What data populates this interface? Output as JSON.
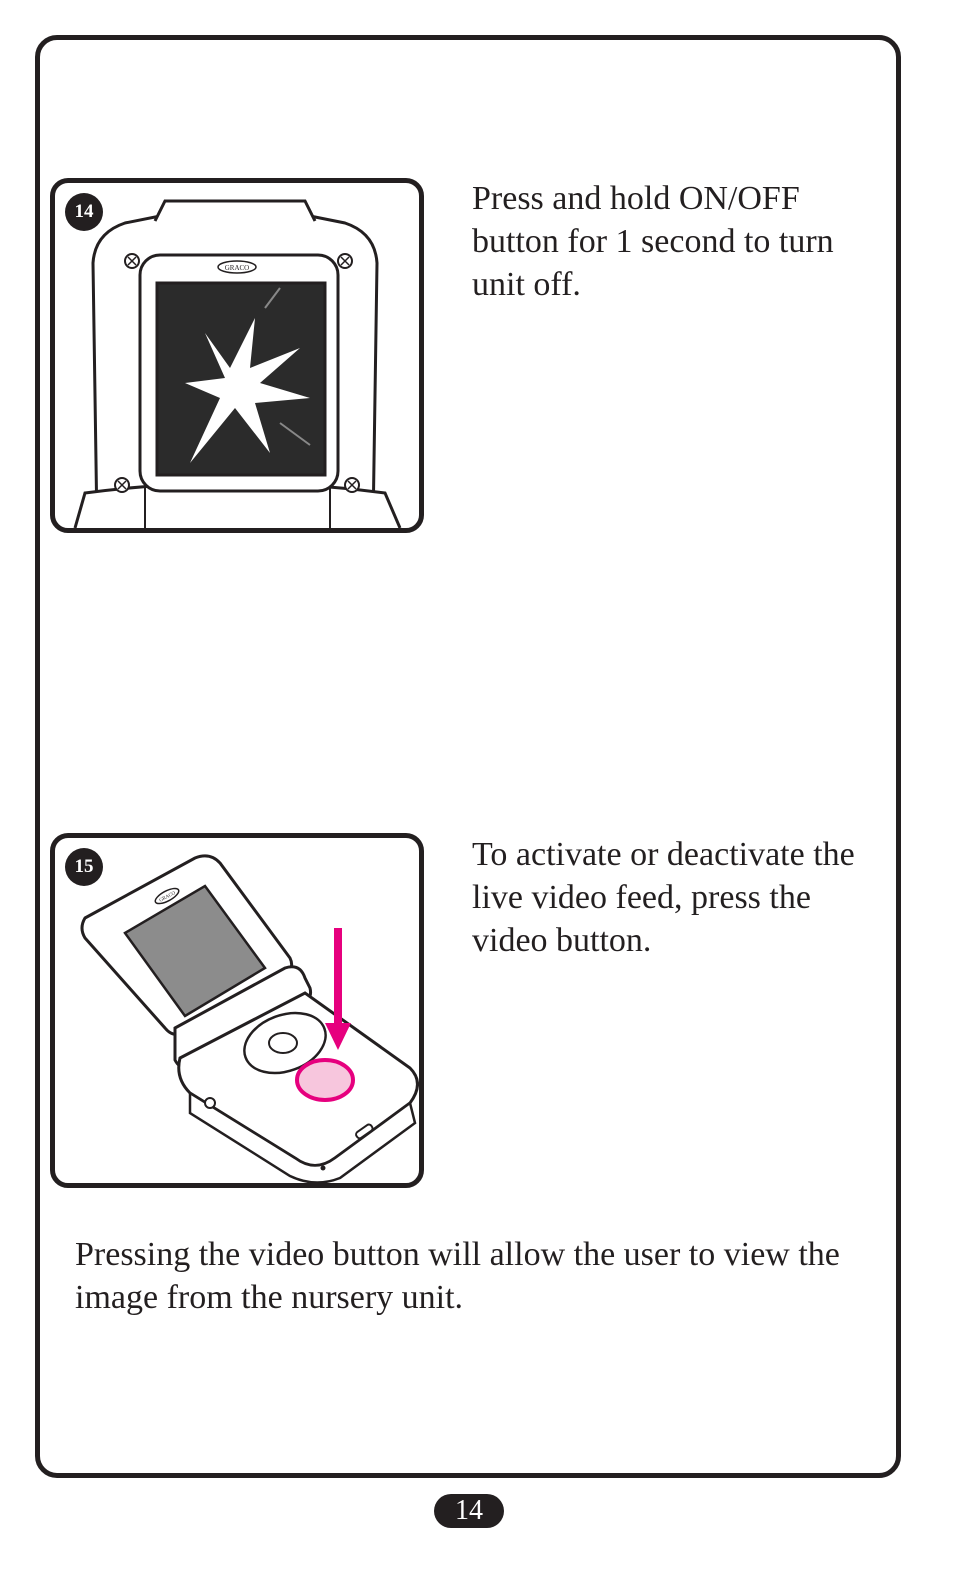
{
  "steps": [
    {
      "number": "14",
      "text": "Press and hold ON/OFF button for 1 second to turn unit off.",
      "illustration": {
        "brand_label": "GRACO",
        "screen_state": "off / shattered-light graphic"
      }
    },
    {
      "number": "15",
      "text": "To activate or deactivate the live video feed, press the video button.",
      "illustration": {
        "brand_label": "GRACO",
        "highlight": "video button",
        "highlight_color": "#e6007e",
        "highlight_fill": "#f7c6dd"
      }
    }
  ],
  "note": "Pressing the video button will allow the user to view the image from the nursery unit.",
  "page_number": "14"
}
